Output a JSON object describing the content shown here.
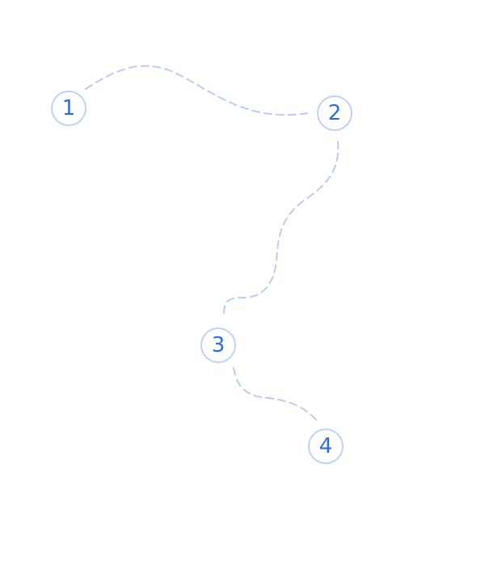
{
  "nodes": [
    {
      "label": "1"
    },
    {
      "label": "2"
    },
    {
      "label": "3"
    },
    {
      "label": "4"
    }
  ],
  "colors": {
    "node_text": "#2f6be8",
    "node_border": "#bfd2f5",
    "link": "#b9cdf3"
  }
}
